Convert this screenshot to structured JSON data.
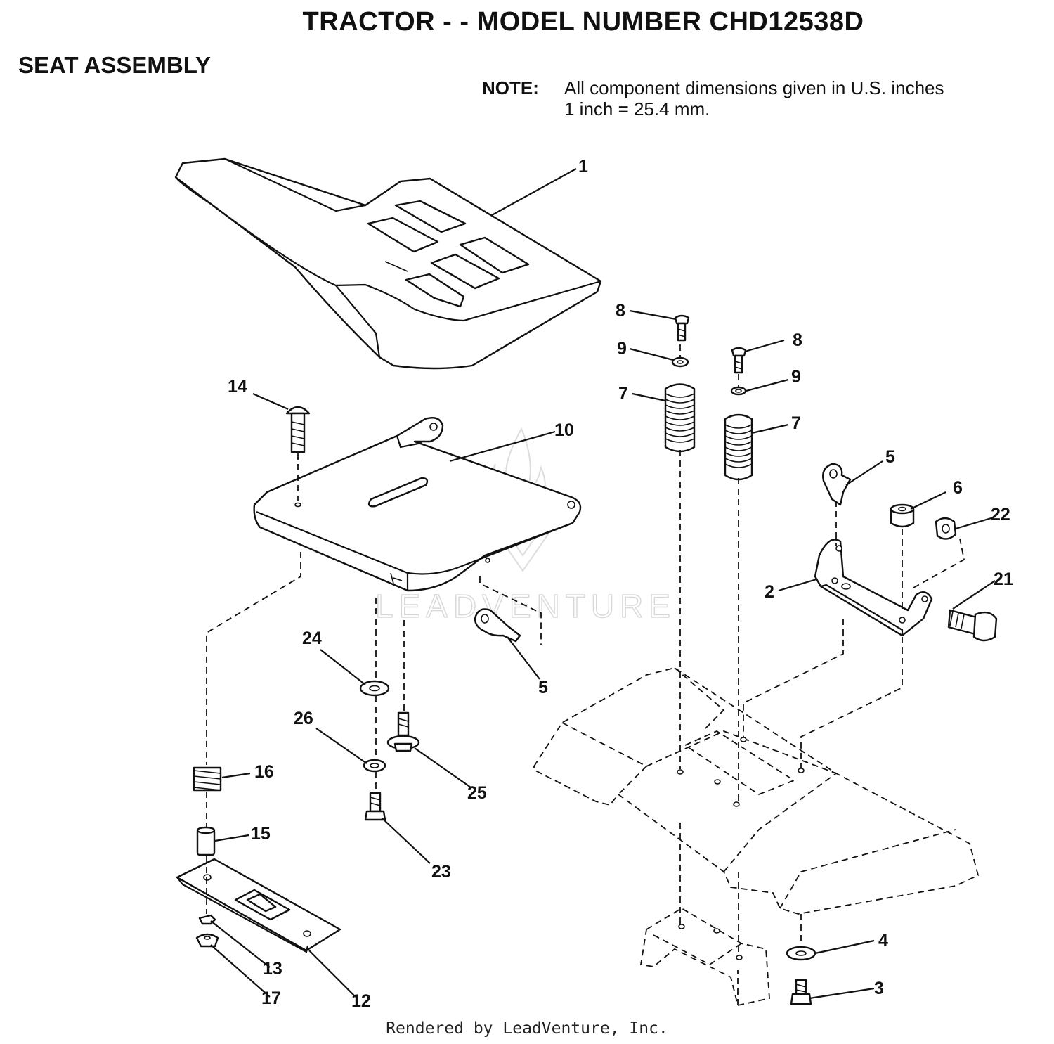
{
  "header": {
    "title": "TRACTOR - - MODEL NUMBER CHD12538D",
    "section": "SEAT ASSEMBLY"
  },
  "note": {
    "label": "NOTE:",
    "line1": "All component dimensions given in U.S. inches",
    "line2": "1 inch = 25.4 mm."
  },
  "watermark": {
    "text": "LEADVENTURE"
  },
  "callouts": {
    "c1": "1",
    "c2": "2",
    "c3": "3",
    "c4": "4",
    "c5a": "5",
    "c5b": "5",
    "c6": "6",
    "c7a": "7",
    "c7b": "7",
    "c8a": "8",
    "c8b": "8",
    "c9a": "9",
    "c9b": "9",
    "c10": "10",
    "c12": "12",
    "c13": "13",
    "c14": "14",
    "c15": "15",
    "c16": "16",
    "c17": "17",
    "c21": "21",
    "c22": "22",
    "c23": "23",
    "c24": "24",
    "c25": "25",
    "c26": "26"
  },
  "footer": {
    "text": "Rendered by LeadVenture, Inc."
  }
}
